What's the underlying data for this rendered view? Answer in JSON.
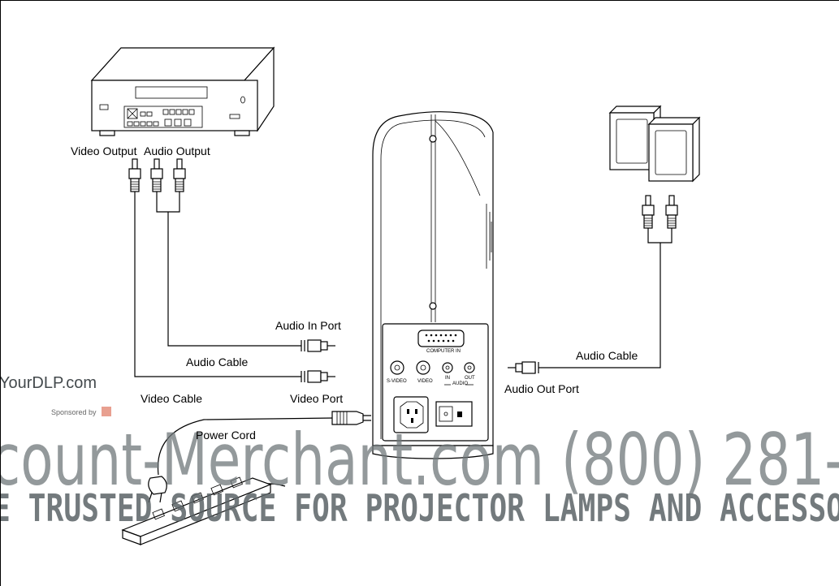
{
  "labels": {
    "video_output": "Video Output",
    "audio_output": "Audio Output",
    "audio_in_port": "Audio In Port",
    "audio_cable_left": "Audio Cable",
    "video_cable": "Video Cable",
    "video_port": "Video Port",
    "power_cord": "Power Cord",
    "audio_cable_right": "Audio Cable",
    "audio_out_port": "Audio Out Port"
  },
  "projector_panel": {
    "computer_in": "COMPUTER IN",
    "s_video": "S-VIDEO",
    "video": "VIDEO",
    "in": "IN",
    "out": "OUT",
    "audio": "AUDIO"
  },
  "watermark": {
    "site": "YourDLP.com",
    "sponsored": "Sponsored by",
    "big_text": "count-Merchant.com (800) 281-",
    "sub_text": "E TRUSTED SOURCE FOR PROJECTOR LAMPS AND ACCESSO"
  }
}
